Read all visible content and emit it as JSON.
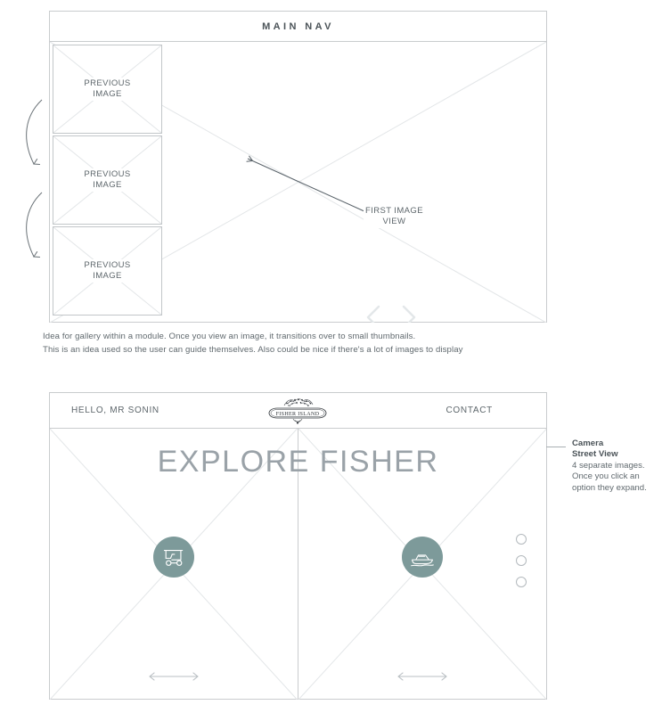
{
  "top_module": {
    "nav_label": "MAIN NAV",
    "thumbnails": [
      {
        "label_line1": "PREVIOUS",
        "label_line2": "IMAGE"
      },
      {
        "label_line1": "PREVIOUS",
        "label_line2": "IMAGE"
      },
      {
        "label_line1": "PREVIOUS",
        "label_line2": "IMAGE"
      }
    ],
    "first_image_callout": {
      "line1": "FIRST IMAGE",
      "line2": "VIEW"
    },
    "chevron_prev": "chevron-left-icon",
    "chevron_next": "chevron-right-icon"
  },
  "top_caption": {
    "line1": "Idea for gallery within a module. Once you view an image, it transitions over to small thumbnails.",
    "line2": "This is an idea used so the user can guide themselves. Also could be nice if there's a lot of images to display"
  },
  "bottom_module": {
    "header": {
      "greeting": "HELLO, MR SONIN",
      "contact": "CONTACT",
      "logo_text": "FISHER ISLAND"
    },
    "title": "EXPLORE FISHER",
    "panels": [
      {
        "icon": "golf-cart-icon",
        "swipe": "swipe-horizontal-icon"
      },
      {
        "icon": "speedboat-icon",
        "swipe": "swipe-horizontal-icon"
      }
    ],
    "dots_count": 3
  },
  "annotation": {
    "title_line1": "Camera",
    "title_line2": "Street View",
    "body": "4 separate images. Once you click an option they expand."
  },
  "colors": {
    "icon_circle": "#7d9a9a",
    "wire_stroke": "#c9ccce",
    "x_stroke": "#e3e6e8",
    "text_dark": "#4b5358",
    "text_mid": "#5d666b",
    "title_gray": "#9aa2a8"
  }
}
